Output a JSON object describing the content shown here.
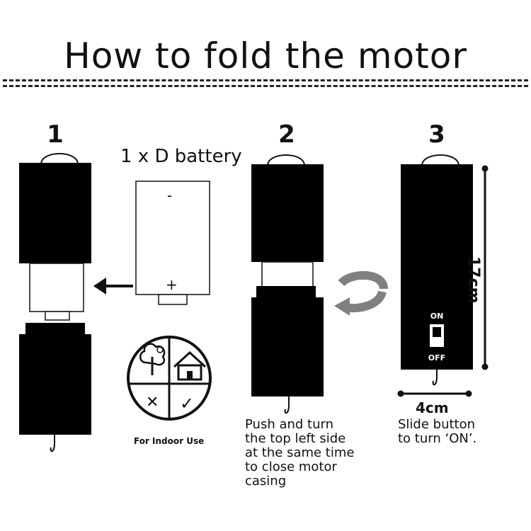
{
  "title": "How to fold the motor",
  "steps": [
    {
      "number": "1"
    },
    {
      "number": "2",
      "caption": [
        "Push and turn",
        "the top left side",
        "at the same time",
        "to close motor",
        "casing"
      ]
    },
    {
      "number": "3",
      "caption": [
        "Slide button",
        "to turn ‘ON’."
      ]
    }
  ],
  "battery": {
    "label": "1 x D battery",
    "minus": "-",
    "plus": "+"
  },
  "indoor": {
    "label": "For Indoor Use",
    "cross": "✕",
    "check": "✓"
  },
  "switch": {
    "on": "ON",
    "off": "OFF"
  },
  "dimensions": {
    "height": "17cm",
    "width": "4cm"
  }
}
